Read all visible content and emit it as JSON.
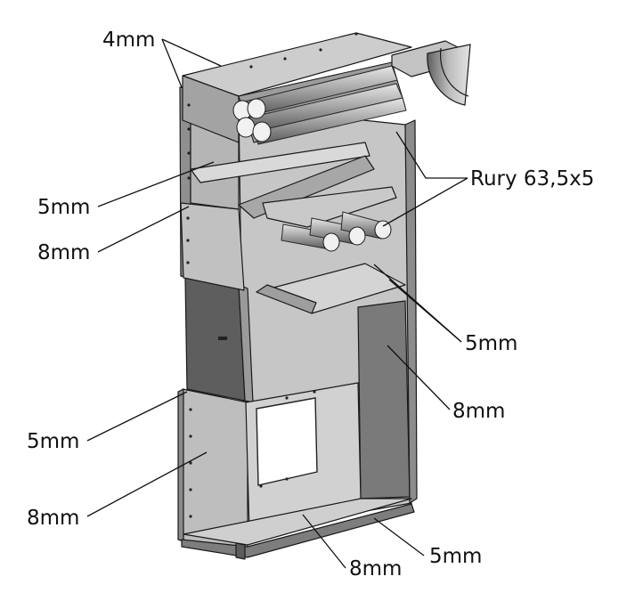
{
  "labels": {
    "top_sheet": "4mm",
    "pipes": "Rury 63,5x5",
    "left_upper_5": "5mm",
    "left_upper_8": "8mm",
    "right_baffles_5": "5mm",
    "right_side_8": "8mm",
    "left_lower_5": "5mm",
    "left_lower_8": "8mm",
    "bottom_5": "5mm",
    "bottom_8": "8mm"
  },
  "colors": {
    "background": "#ffffff",
    "steel_light": "#d7d7d7",
    "steel_mid": "#b3b3b3",
    "steel_dark": "#6e6e6e",
    "steel_shadow": "#4a4a4a",
    "leader_line": "#111111"
  }
}
